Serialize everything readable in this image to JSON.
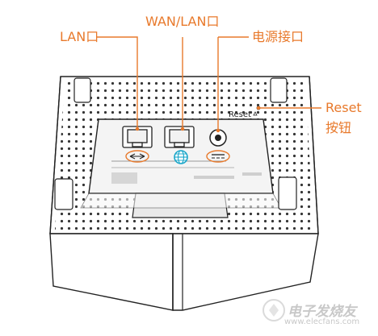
{
  "labels": {
    "lan_port": "LAN口",
    "wan_lan_port": "WAN/LAN口",
    "power_port": "电源接口",
    "reset_line1": "Reset",
    "reset_line2": "按钮"
  },
  "device": {
    "reset_silk": "Reset"
  },
  "watermark": {
    "main": "电子发烧友",
    "url": "www.elecfans.com"
  },
  "colors": {
    "accent": "#e8792b",
    "outline": "#222222",
    "panel": "#f2f2f2",
    "wan_icon": "#1aa6c9"
  }
}
